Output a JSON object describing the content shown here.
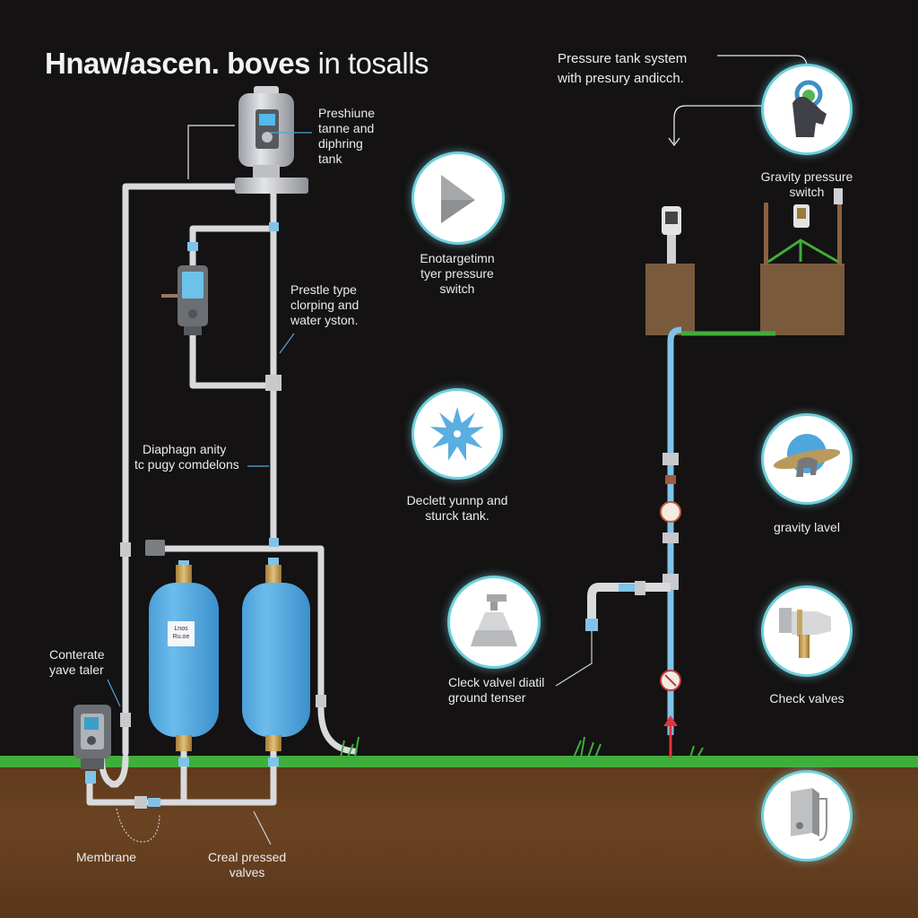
{
  "title": {
    "bold": "Hnaw/ascen. boves",
    "light": "in tosalls"
  },
  "labels": {
    "pressure_tank_top": [
      "Preshiune",
      "tanne and",
      "diphring",
      "tank"
    ],
    "pressure_type": [
      "Prestle type",
      "clorping and",
      "water yston."
    ],
    "diaphragm": [
      "Diaphagn anity",
      "tc pugy comdelons"
    ],
    "contrate_valve": [
      "Conterate",
      "yave taler"
    ],
    "membrane": "Membrane",
    "creal_pressed": [
      "Creal pressed",
      "valves"
    ],
    "tank_label": [
      "Lnos",
      "Ru.oe"
    ],
    "pressure_system": [
      "Pressure tank system",
      "with presury andicch."
    ],
    "gravity_pressure_switch": [
      "Gravity pressure",
      "switch"
    ]
  },
  "icon_cards": [
    {
      "icon": "play-triangle-icon",
      "caption": [
        "Enotargetimn",
        "tyer pressure",
        "switch"
      ]
    },
    {
      "icon": "starburst-icon",
      "caption": [
        "Declett yunnp and",
        "sturck tank."
      ]
    },
    {
      "icon": "spray-bottle-icon",
      "caption": [
        "Cleck valvel diatil",
        "ground tenser"
      ]
    },
    {
      "icon": "hand-press-button-icon",
      "caption": []
    },
    {
      "icon": "gravity-level-disc-icon",
      "caption": [
        "gravity lavel"
      ]
    },
    {
      "icon": "check-valve-icon",
      "caption": [
        "Check valves"
      ]
    },
    {
      "icon": "water-heater-box-icon",
      "caption": []
    }
  ],
  "colors": {
    "background": "#141213",
    "pipe": "#d9dadc",
    "water_pipe": "#7fc3e8",
    "tank_blue": "#5fb2e6",
    "grass": "#3fae3a",
    "soil": "#6a4322",
    "flow_arrow": "#e0353a",
    "icon_ring": "#6fd0dc"
  }
}
